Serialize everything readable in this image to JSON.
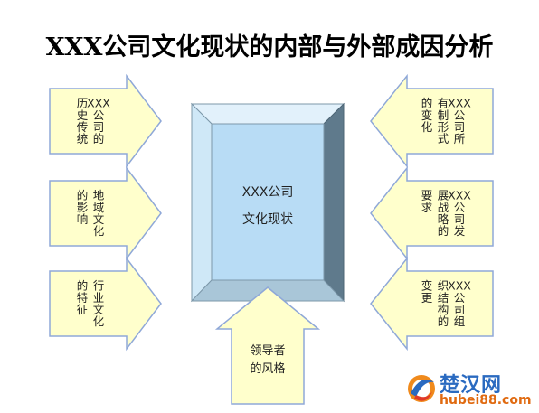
{
  "title": "XXX公司文化现状的内部与外部成因分析",
  "center": {
    "line1": "XXX公司",
    "line2": "文化现状"
  },
  "left_arrows": [
    {
      "text": "XXX公司的历史传统"
    },
    {
      "text": "地域文化的影响"
    },
    {
      "text": "行业文化的特征"
    }
  ],
  "right_arrows": [
    {
      "text": "XXX公司所有制形式的变化"
    },
    {
      "text": "XXX公司发展战略的要求"
    },
    {
      "text": "XXX公司组织结构的变更"
    }
  ],
  "bottom_arrow": {
    "line1": "领导者",
    "line2": "的风格"
  },
  "watermark": {
    "name": "楚汉网",
    "url": "hubei88.com"
  },
  "colors": {
    "arrow_fill": "#ffffcc",
    "arrow_stroke": "#8fa8d8",
    "box_face": "#b8dcf5",
    "box_bevel_dark": "#5f7a8c"
  }
}
